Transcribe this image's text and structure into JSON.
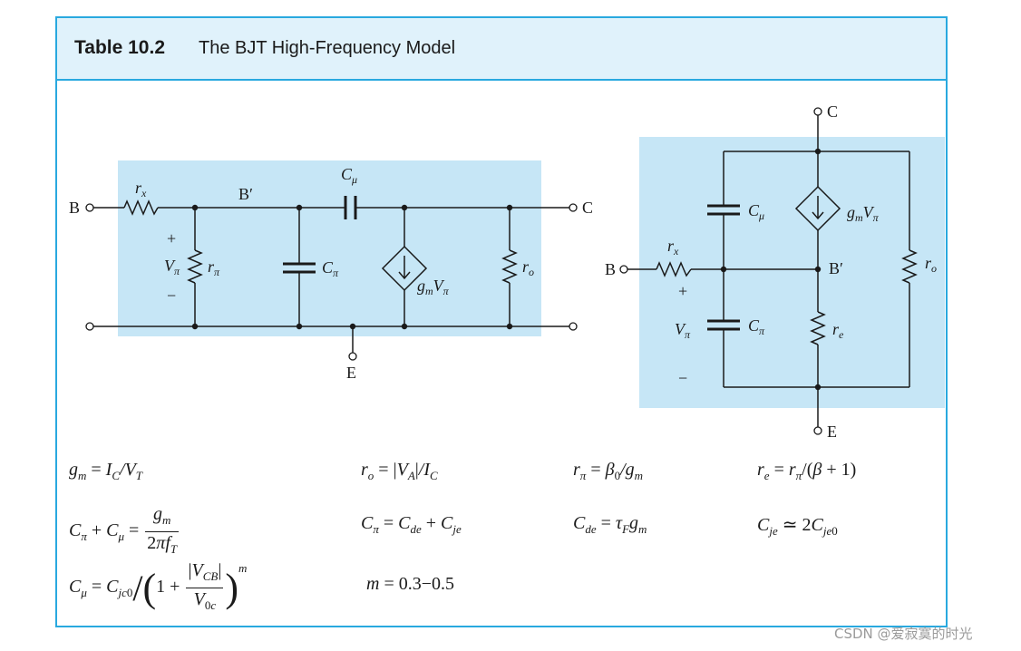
{
  "table": {
    "number": "Table 10.2",
    "title": "The BJT High-Frequency Model"
  },
  "hybrid_pi_model": {
    "nodes": {
      "base": "B",
      "base_internal": "B′",
      "collector": "C",
      "emitter": "E"
    },
    "elements": {
      "r_x": "r_x",
      "r_pi": "r_π",
      "C_pi": "C_π",
      "C_mu": "C_μ",
      "source": "g_m V_π",
      "r_o": "r_o",
      "V_pi": "V_π",
      "plus": "+",
      "minus": "−"
    }
  },
  "t_model": {
    "nodes": {
      "base": "B",
      "base_internal": "B′",
      "collector": "C",
      "emitter": "E"
    },
    "elements": {
      "r_x": "r_x",
      "C_mu": "C_μ",
      "C_pi": "C_π",
      "source": "g_m V_π",
      "r_o": "r_o",
      "r_e": "r_e",
      "V_pi": "V_π",
      "plus": "+",
      "minus": "−"
    }
  },
  "equations": {
    "gm": {
      "lhs": "g_m",
      "rhs": "I_C/V_T"
    },
    "ro": {
      "lhs": "r_o",
      "rhs": "|V_A|/I_C"
    },
    "rpi": {
      "lhs": "r_π",
      "rhs": "β_0/g_m"
    },
    "re": {
      "lhs": "r_e",
      "rhs": "r_π/(β + 1)"
    },
    "cpi_cmu": {
      "lhs": "C_π + C_μ",
      "num": "g_m",
      "den": "2πf_T"
    },
    "cpi": {
      "lhs": "C_π",
      "rhs": "C_de + C_je"
    },
    "cde": {
      "lhs": "C_de",
      "rhs": "τ_F g_m"
    },
    "cje": {
      "lhs": "C_je",
      "rhs": "≃ 2C_je0"
    },
    "cmu": {
      "lhs": "C_μ",
      "rhs": "C_jc0",
      "num": "|V_CB|",
      "den": "V_0c",
      "exp": "m"
    },
    "m": {
      "text": "m = 0.3−0.5"
    }
  },
  "watermark": "CSDN @爱寂寞的时光",
  "colors": {
    "border": "#29a9df",
    "header_bg": "#e0f2fb",
    "panel_bg": "#c6e6f6",
    "ink": "#1a1a1a"
  }
}
